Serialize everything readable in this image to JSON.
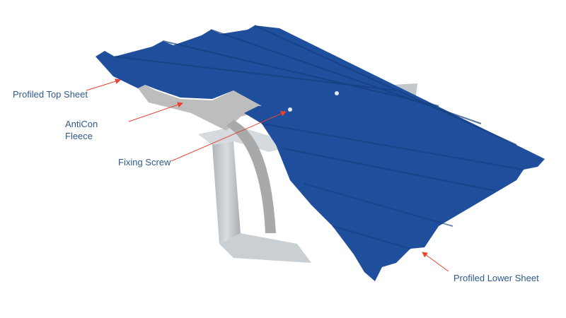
{
  "labels": {
    "top_sheet": "Profiled Top Sheet",
    "fleece_line1": "AntiCon",
    "fleece_line2": "Fleece",
    "screw": "Fixing Screw",
    "lower_sheet": "Profiled Lower Sheet"
  },
  "colors": {
    "sheet": "#1f4f9c",
    "sheet_dark": "#163d7e",
    "fleece": "#b9b9b9",
    "purlin": "#c2c8cc",
    "label_text": "#2f5a8c",
    "leader_arrow": "#e8432f"
  }
}
